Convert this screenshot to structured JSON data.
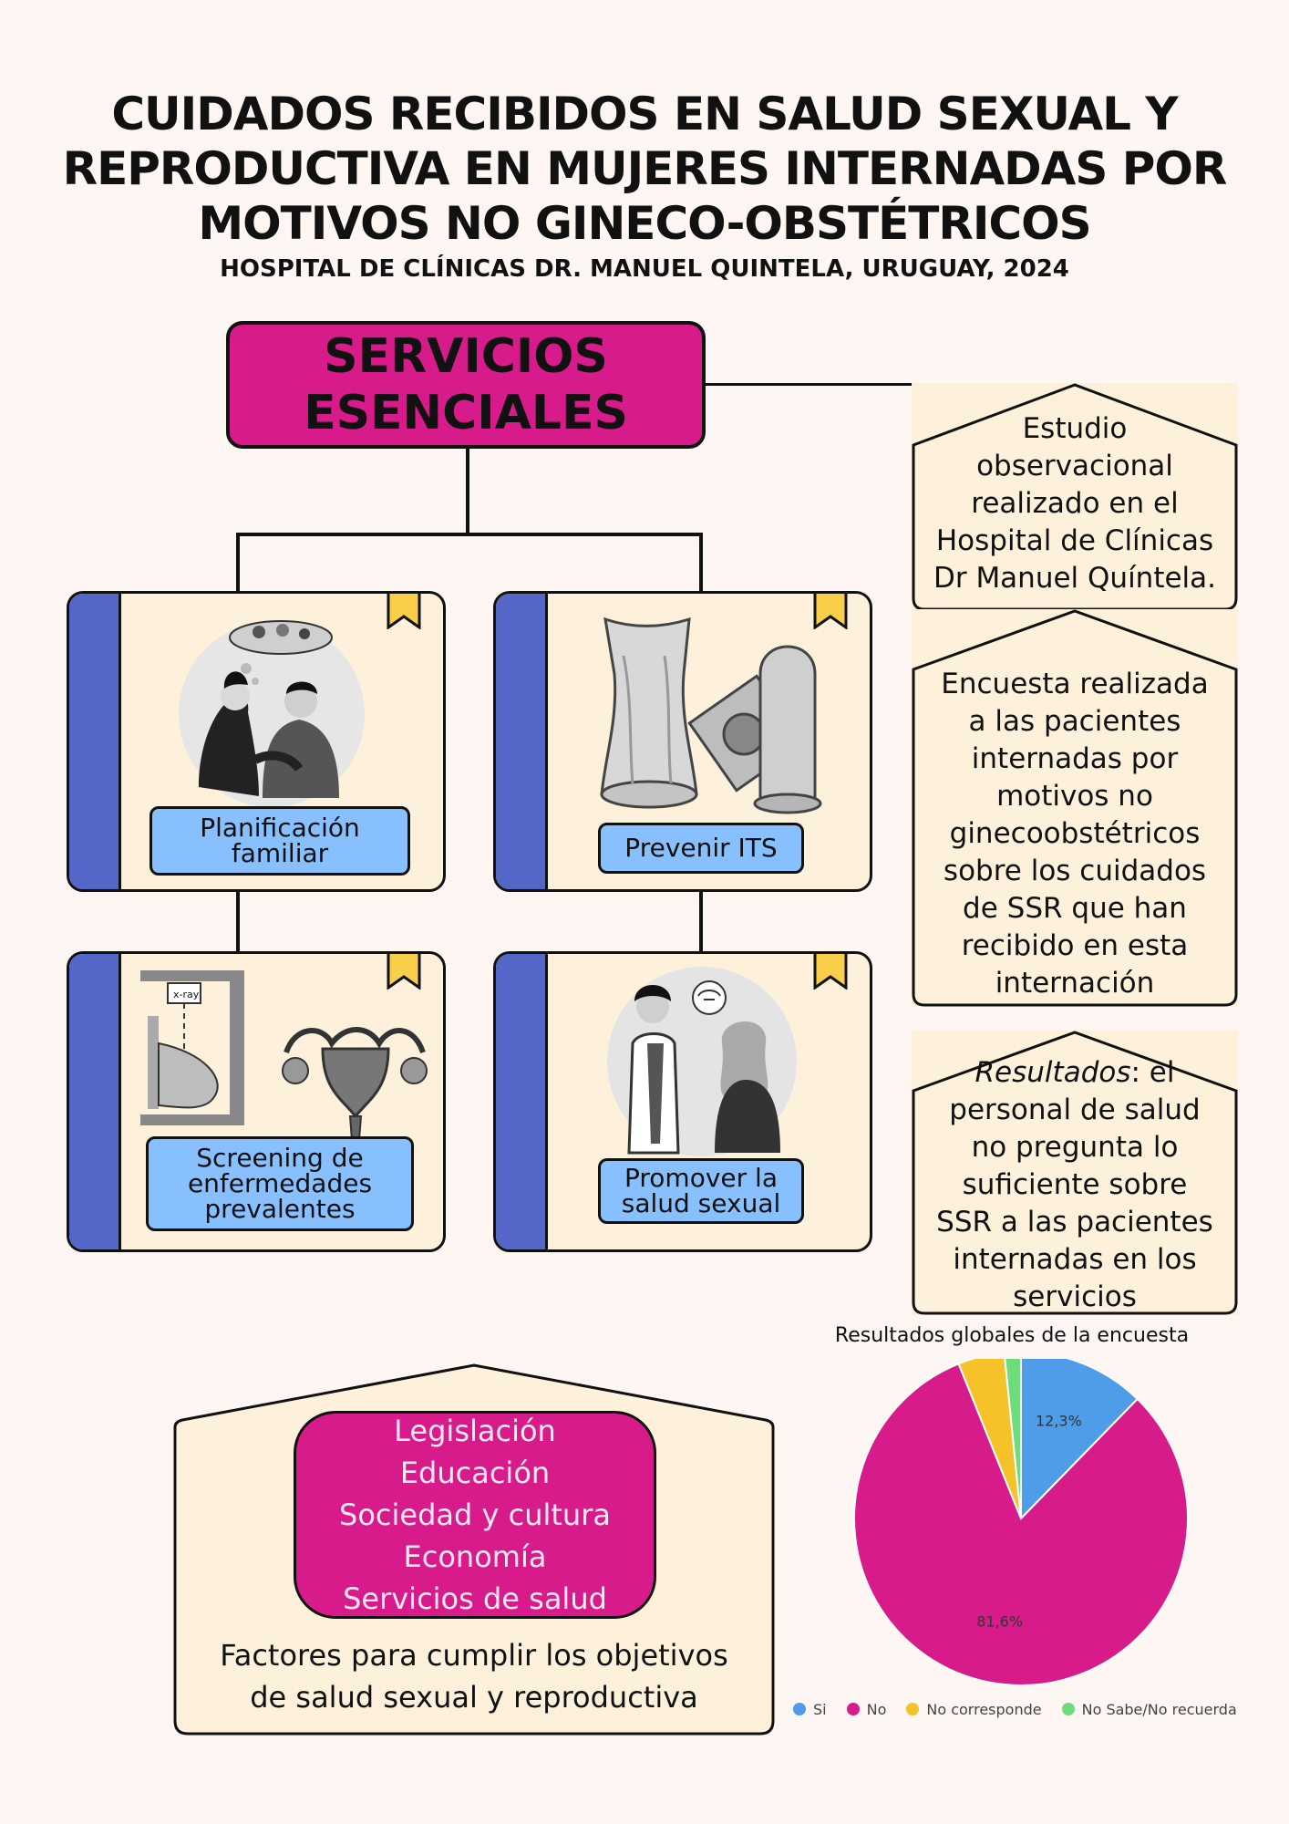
{
  "header": {
    "title_lines": [
      "CUIDADOS RECIBIDOS EN SALUD SEXUAL Y",
      "REPRODUCTIVA EN MUJERES INTERNADAS POR",
      "MOTIVOS NO GINECO-OBSTÉTRICOS"
    ],
    "subtitle": "HOSPITAL DE CLÍNICAS DR. MANUEL QUINTELA, URUGUAY, 2024"
  },
  "services": {
    "title_lines": [
      "SERVICIOS",
      "ESENCIALES"
    ],
    "cards": [
      {
        "label_lines": [
          "Planificación",
          "familiar"
        ],
        "icon": "couple-family-planning-icon"
      },
      {
        "label_lines": [
          "Prevenir ITS"
        ],
        "icon": "condom-icon"
      },
      {
        "label_lines": [
          "Screening de",
          "enfermedades",
          "prevalentes"
        ],
        "icon": "mammography-uterus-icon"
      },
      {
        "label_lines": [
          "Promover la",
          "salud sexual"
        ],
        "icon": "doctor-patient-icon"
      }
    ]
  },
  "info_boxes": [
    {
      "lines": [
        "Estudio",
        "observacional",
        "realizado en el",
        "Hospital de Clínicas",
        "Dr Manuel Quíntela."
      ]
    },
    {
      "lines": [
        "Encuesta realizada",
        "a las pacientes",
        "internadas por",
        "motivos no",
        "ginecoobstétricos",
        "sobre los cuidados",
        "de SSR que han",
        "recibido en esta",
        "internación"
      ]
    },
    {
      "lead_italic": "Resultados",
      "lead_rest": ": el",
      "lines": [
        "personal de salud",
        "no pregunta lo",
        "suficiente sobre",
        "SSR a las pacientes",
        "internadas en los",
        "servicios"
      ]
    }
  ],
  "factors": {
    "items": [
      "Legislación",
      "Educación",
      "Sociedad y cultura",
      "Economía",
      "Servicios de salud"
    ],
    "caption_lines": [
      "Factores para cumplir los objetivos",
      "de salud sexual y reproductiva"
    ]
  },
  "colors": {
    "magenta": "#d81b8b",
    "stripe_blue": "#5466c8",
    "label_blue": "#88c0ff",
    "cream": "#fdf1dc",
    "bookmark_yellow": "#f9cf4a"
  },
  "chart_data": {
    "type": "pie",
    "title": "Resultados globales de la encuesta",
    "slices": [
      {
        "name": "Si",
        "value": 12.3,
        "label": "12,3%",
        "color": "#4f9de8"
      },
      {
        "name": "No",
        "value": 81.6,
        "label": "81,6%",
        "color": "#d81b8b"
      },
      {
        "name": "No corresponde",
        "value": 4.5,
        "label": "",
        "color": "#f6c22a"
      },
      {
        "name": "No Sabe/No recuerda",
        "value": 1.6,
        "label": "",
        "color": "#6ddc7a"
      }
    ],
    "legend_position": "bottom"
  }
}
